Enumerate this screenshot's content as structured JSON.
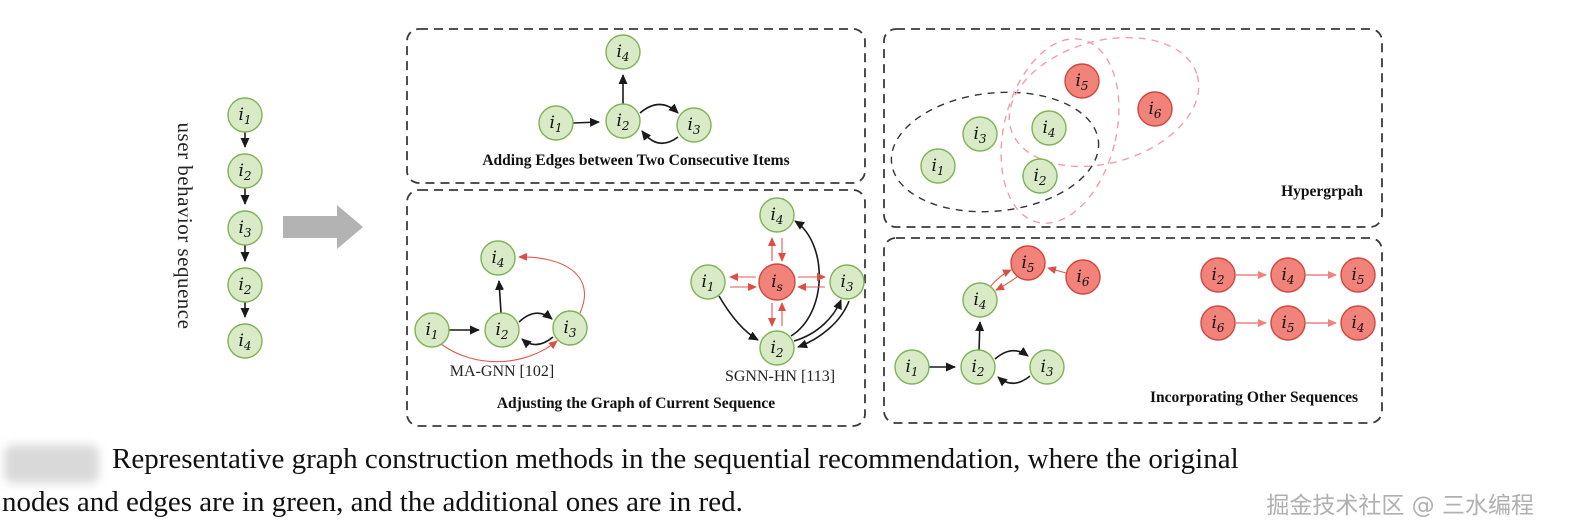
{
  "node_labels": {
    "i1": {
      "base": "i",
      "sub": "1"
    },
    "i2": {
      "base": "i",
      "sub": "2"
    },
    "i3": {
      "base": "i",
      "sub": "3"
    },
    "i4": {
      "base": "i",
      "sub": "4"
    },
    "i5": {
      "base": "i",
      "sub": "5"
    },
    "i6": {
      "base": "i",
      "sub": "6"
    },
    "is": {
      "base": "i",
      "sub": "s"
    }
  },
  "sequence_panel": {
    "rotated_label": "user behavior sequence",
    "order": [
      "i1",
      "i2",
      "i3",
      "i2",
      "i4"
    ]
  },
  "panels": {
    "adding_edges": {
      "title": "Adding Edges between Two Consecutive Items",
      "green_nodes": [
        "i1",
        "i2",
        "i3",
        "i4"
      ],
      "black_edges": [
        "i1→i2",
        "i2→i3",
        "i3→i2",
        "i2→i4"
      ]
    },
    "adjusting": {
      "title": "Adjusting the Graph of Current Sequence",
      "magnn": {
        "label": "MA-GNN [102]",
        "green_nodes": [
          "i1",
          "i2",
          "i3",
          "i4"
        ],
        "black_edges": [
          "i1→i2",
          "i2→i3",
          "i3→i2",
          "i2→i4"
        ],
        "red_edges": [
          "i1→i3",
          "i3→i4"
        ]
      },
      "sgnnhn": {
        "label": "SGNN-HN [113]",
        "green_nodes": [
          "i1",
          "i2",
          "i3",
          "i4"
        ],
        "red_center_node": "is",
        "red_edges": [
          "is↔i1",
          "is↔i2",
          "is↔i3",
          "is↔i4"
        ],
        "black_edges": [
          "i1→i2",
          "i2→i3",
          "i3→i2",
          "i2→i4"
        ]
      }
    },
    "hypergraph": {
      "title": "Hypergrpah",
      "green_nodes": [
        "i1",
        "i3",
        "i4",
        "i2"
      ],
      "red_nodes": [
        "i5",
        "i6"
      ],
      "hyperedges": [
        {
          "color": "black",
          "members": [
            "i1",
            "i3",
            "i4",
            "i2"
          ]
        },
        {
          "color": "pink",
          "members": [
            "i4",
            "i2",
            "i5"
          ]
        },
        {
          "color": "pink",
          "members": [
            "i5",
            "i6"
          ]
        }
      ]
    },
    "incorporating": {
      "title": "Incorporating Other Sequences",
      "graph": {
        "green_nodes": [
          "i1",
          "i2",
          "i3",
          "i4"
        ],
        "red_nodes": [
          "i5",
          "i6"
        ],
        "black_edges": [
          "i1→i2",
          "i2→i3",
          "i3→i2",
          "i2→i4"
        ],
        "red_edges": [
          "i4→i5",
          "i5→i4",
          "i6→i5"
        ]
      },
      "other_sequences": [
        [
          "i2",
          "i4",
          "i5"
        ],
        [
          "i6",
          "i5",
          "i4"
        ]
      ]
    }
  },
  "caption": {
    "line1": "Representative graph construction methods in the sequential recommendation, where the original",
    "line2": "nodes and edges are in green, and the additional ones are in red."
  },
  "watermark": "掘金技术社区 @ 三水编程",
  "colors": {
    "green_fill": "#d8eac6",
    "green_stroke": "#7fb257",
    "red_fill": "#f2837b",
    "red_stroke": "#cf463d",
    "black_edge": "#1a1a1a",
    "red_edge": "#e05a4e",
    "pink_edge": "#f0827d",
    "gray_arrow": "#b3b3b3"
  }
}
